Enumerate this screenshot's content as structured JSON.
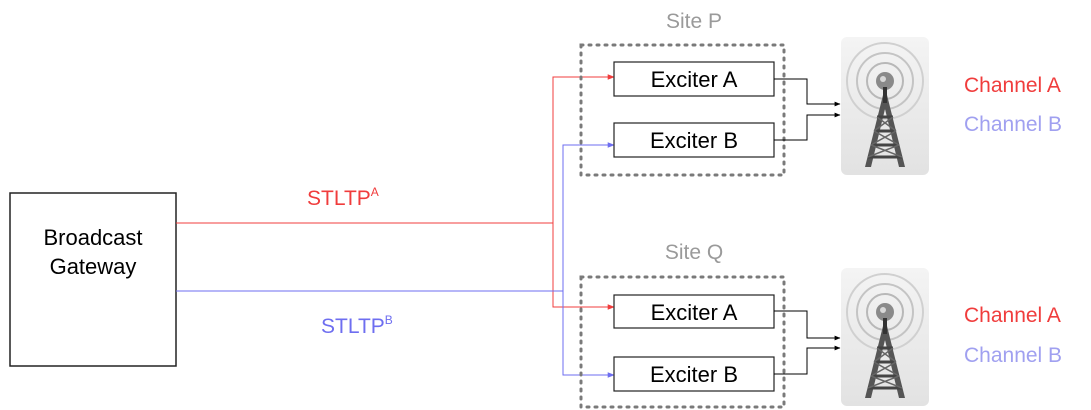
{
  "gateway": {
    "line1": "Broadcast",
    "line2": "Gateway"
  },
  "links": [
    {
      "label": "STLTP",
      "superscript": "A",
      "color": "#f03c3c"
    },
    {
      "label": "STLTP",
      "superscript": "B",
      "color": "#6e6ef0"
    }
  ],
  "sites": [
    {
      "name": "Site P",
      "exciters": [
        "Exciter A",
        "Exciter B"
      ],
      "channels": [
        {
          "label": "Channel A",
          "color": "#f03c3c"
        },
        {
          "label": "Channel B",
          "color": "#a0a0f0"
        }
      ]
    },
    {
      "name": "Site Q",
      "exciters": [
        "Exciter A",
        "Exciter B"
      ],
      "channels": [
        {
          "label": "Channel A",
          "color": "#f03c3c"
        },
        {
          "label": "Channel B",
          "color": "#a0a0f0"
        }
      ]
    }
  ],
  "colors": {
    "stream_a": "#f03c3c",
    "stream_b": "#6e6ef0",
    "dotted_border": "#7a7a7a",
    "site_label": "#9a9a9a"
  }
}
